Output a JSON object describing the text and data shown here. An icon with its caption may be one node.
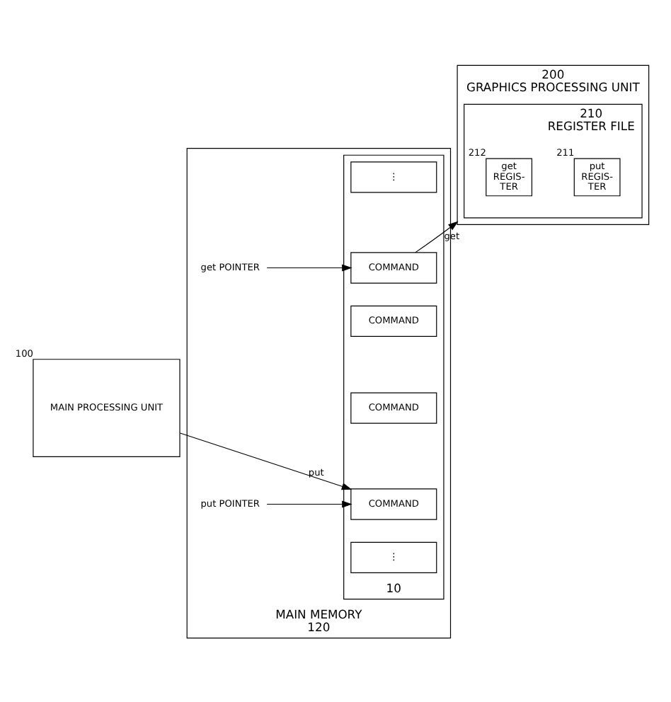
{
  "diagram": {
    "nodes": [
      {
        "text": [
          "MAIN PROCESSING UNIT"
        ],
        "beside": [
          "100"
        ]
      },
      {
        "text": [
          "GRAPHICS PROCESSING UNIT"
        ],
        "beside": [
          "200"
        ]
      },
      {
        "text": [
          "REGISTER FILE"
        ],
        "beside": [
          "210"
        ],
        "in": 1
      },
      {
        "text": [
          "put REGIS- TER"
        ],
        "beside": [
          "211"
        ],
        "in": 2
      },
      {
        "text": [
          "get REGIS- TER"
        ],
        "beside": [
          "212"
        ],
        "in": 2
      },
      {
        "text": [
          "MAIN MEMORY"
        ],
        "beside": [
          "120"
        ]
      },
      {
        "text": [],
        "shape": "box",
        "beside": [
          "10"
        ],
        "in": 5
      },
      {
        "text": [
          "⋮"
        ],
        "in": 6
      },
      {
        "text": [
          "COMMAND"
        ],
        "in": 6
      },
      {
        "text": [
          "COMMAND"
        ],
        "in": 6
      },
      {
        "text": [
          "COMMAND"
        ],
        "in": 6
      },
      {
        "text": [
          "COMMAND"
        ],
        "in": 6
      },
      {
        "text": [
          "⋮"
        ],
        "in": 6
      },
      {
        "text": [
          "get POINTER"
        ],
        "in": 5
      },
      {
        "text": [
          "put POINTER"
        ],
        "in": 5
      }
    ],
    "edges": [
      {
        "from": 0,
        "to": 11,
        "arrow": "to",
        "label": "put"
      },
      {
        "from": 8,
        "to": 1,
        "arrow": "to",
        "label": "get"
      },
      {
        "from": 13,
        "to": 8,
        "arrow": "to"
      },
      {
        "from": 14,
        "to": 11,
        "arrow": "to"
      }
    ]
  }
}
